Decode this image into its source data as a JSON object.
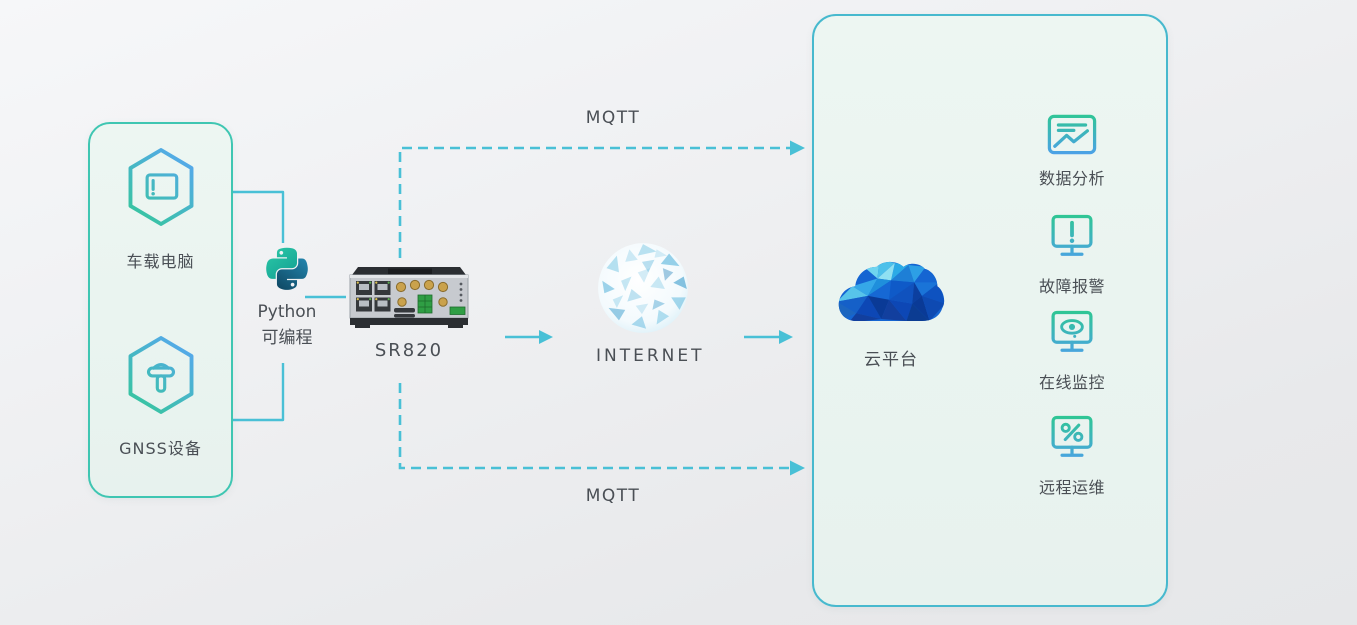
{
  "colors": {
    "connector_cyan": "#49c0d6",
    "branch_cyan": "#3fb7ce",
    "left_panel_border": "#3fc6b2",
    "right_panel_border": "#47b9ce",
    "panel_fill": "#eaf4f0",
    "icon_gradient_green": "#2dc98e",
    "icon_gradient_blue": "#4f9df0",
    "text": "#4a4f55",
    "cloud_blue_dark": "#0a3a96",
    "cloud_blue_light": "#6fd4ef"
  },
  "left_panel": {
    "items": [
      {
        "label": "车载电脑",
        "icon": "vehicle-computer-icon"
      },
      {
        "label": "GNSS设备",
        "icon": "gnss-antenna-icon"
      }
    ]
  },
  "python": {
    "line1": "Python",
    "line2": "可编程",
    "icon": "python-logo-icon"
  },
  "router": {
    "label": "SR820",
    "icon": "sr820-router-image"
  },
  "internet": {
    "label": "INTERNET",
    "icon": "globe-icon"
  },
  "mqtt_top": {
    "label": "MQTT"
  },
  "mqtt_bottom": {
    "label": "MQTT"
  },
  "cloud_platform": {
    "label": "云平台",
    "icon": "cloud-icon"
  },
  "features": [
    {
      "label": "数据分析",
      "icon": "data-analysis-icon"
    },
    {
      "label": "故障报警",
      "icon": "fault-alarm-icon"
    },
    {
      "label": "在线监控",
      "icon": "online-monitor-icon"
    },
    {
      "label": "远程运维",
      "icon": "remote-ops-icon"
    }
  ]
}
